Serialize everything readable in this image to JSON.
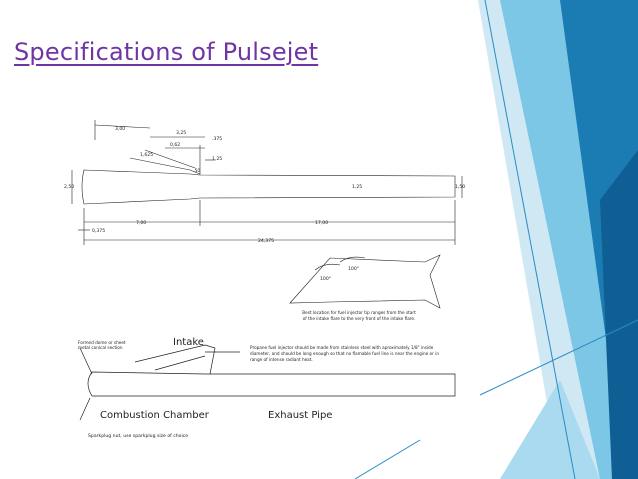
{
  "slide": {
    "title": "Specifications of Pulsejet"
  },
  "drawing": {
    "dims": {
      "d_3_00": "3,00",
      "d_3_25": "3,25",
      "d_0_375_top": ".375",
      "d_0_62": "0,62",
      "d_1_625": "1,625",
      "d_1_25_top": "1,25",
      "d_50": ".50",
      "d_2_50": "2,50",
      "d_1_25_mid": "1,25",
      "d_1_50": "1,50",
      "d_7_00": "7,00",
      "d_17_00": "17,00",
      "d_0_375_bot": "0,375",
      "d_24_375": "24,375"
    },
    "angles": {
      "a1": "100°",
      "a2": "100°"
    },
    "notes": {
      "fuel_location": "Best location for fuel injector tip ranges from the start of the intake flare to the very front of the intake flare.",
      "formed_dome": "Formed dome or sheet metal conical section",
      "intake": "Intake",
      "propane": "Propane fuel injector should be made from stainless steel with aproximately 1/8\" inside diameter, and should be long enough so that no flamable fuel line is near the engine or in range of intense radiant heat.",
      "combustion": "Combustion Chamber",
      "exhaust": "Exhaust Pipe",
      "sparkplug": "Sparkplug nut, use sparkplug size of choice"
    }
  },
  "theme": {
    "accent_dark": "#1a6fa3",
    "accent_light": "#6ec3e8",
    "title_color": "#6f35a3"
  }
}
